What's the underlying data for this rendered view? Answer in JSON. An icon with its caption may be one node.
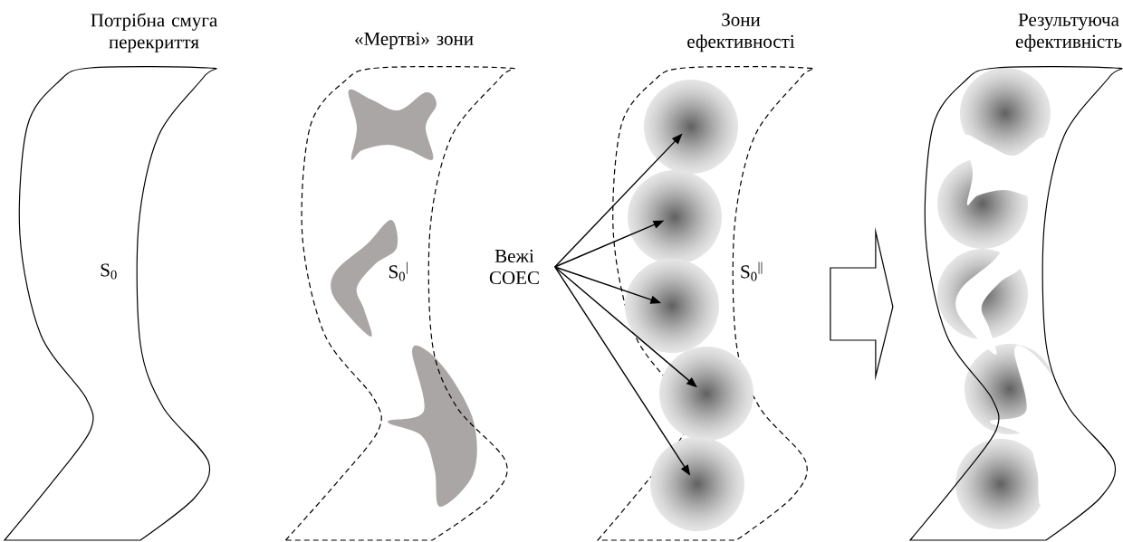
{
  "diagram": {
    "nodes": [
      {
        "text": [
          "Потрібна смуга перекриття",
          "S$_{0}$"
        ]
      },
      {
        "text": [
          "«Мертві» зони",
          "S$_{0}$$^{|}$"
        ]
      },
      {
        "text": [
          "Вежі СОЕС"
        ]
      },
      {
        "text": [
          "Зони ефективності",
          "S$_{0}$$^{||}$"
        ]
      },
      {
        "text": [],
        "shape": "circle",
        "in": 3
      },
      {
        "text": [],
        "shape": "circle",
        "in": 3
      },
      {
        "text": [],
        "shape": "circle",
        "in": 3
      },
      {
        "text": [],
        "shape": "circle",
        "in": 3
      },
      {
        "text": [],
        "shape": "circle",
        "in": 3
      },
      {
        "text": [
          "Результуюча ефективність"
        ]
      }
    ],
    "edges": [
      {
        "from": 2,
        "to": 4,
        "arrow": "to"
      },
      {
        "from": 2,
        "to": 5,
        "arrow": "to"
      },
      {
        "from": 2,
        "to": 6,
        "arrow": "to"
      },
      {
        "from": 2,
        "to": 7,
        "arrow": "to"
      },
      {
        "from": 2,
        "to": 8,
        "arrow": "to"
      },
      {
        "from": 3,
        "to": 9,
        "arrow": "to",
        "style": "thick"
      }
    ]
  }
}
